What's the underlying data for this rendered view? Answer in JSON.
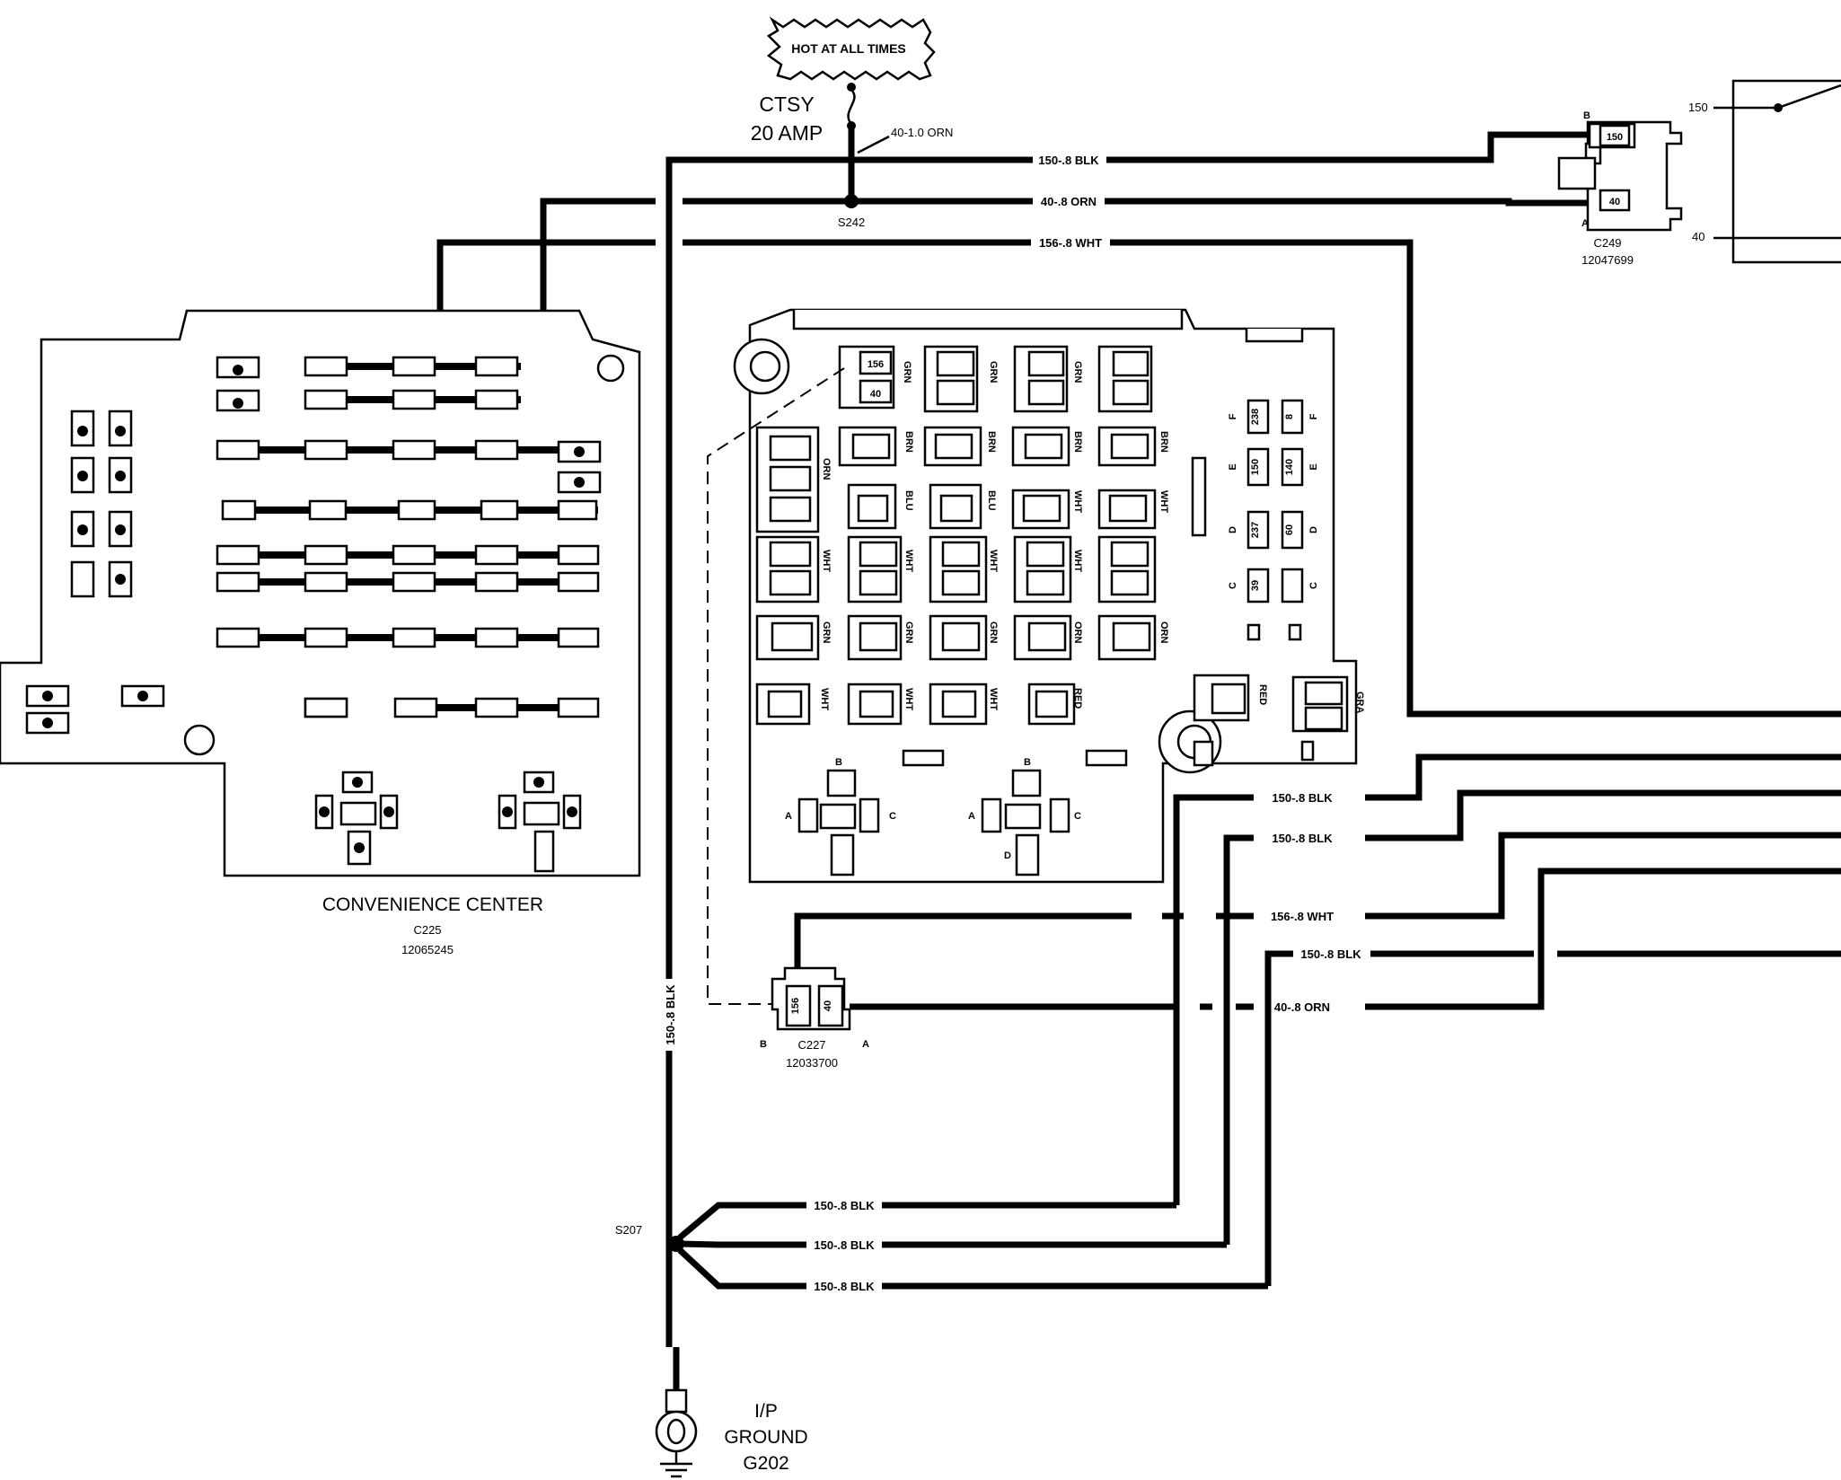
{
  "hot_label": "HOT AT ALL TIMES",
  "fuse": {
    "name": "CTSY",
    "rating": "20 AMP"
  },
  "splices": {
    "top": "S242",
    "ground": "S207"
  },
  "wire_labels": {
    "top_orn_10": "40-1.0 ORN",
    "top_blk": "150-.8 BLK",
    "top_orn": "40-.8 ORN",
    "top_wht": "156-.8 WHT",
    "vertical_blk": "150-.8 BLK",
    "right_blk_1": "150-.8 BLK",
    "right_blk_2": "150-.8 BLK",
    "right_wht": "156-.8 WHT",
    "right_blk_3": "150-.8 BLK",
    "right_orn": "40-.8 ORN",
    "ground_blk_1": "150-.8 BLK",
    "ground_blk_2": "150-.8 BLK",
    "ground_blk_3": "150-.8 BLK"
  },
  "connector_c249": {
    "id": "C249",
    "part": "12047699",
    "pin_b": "B",
    "pin_a": "A",
    "cav_b": "150",
    "cav_a": "40"
  },
  "switch_box": {
    "term_top": "150",
    "term_bottom": "40"
  },
  "convenience_center": {
    "title": "CONVENIENCE CENTER",
    "id": "C225",
    "part": "12065245"
  },
  "connector_c227": {
    "id": "C227",
    "part": "12033700",
    "pin_b": "B",
    "pin_a": "A",
    "cav_b": "156",
    "cav_a": "40"
  },
  "fuse_block": {
    "cav_156": "156",
    "cav_40": "40",
    "relay_fuses": [
      "238",
      "8",
      "150",
      "140",
      "237",
      "60",
      "39"
    ],
    "row_letters": [
      "F",
      "E",
      "D",
      "C"
    ],
    "relay_pins": [
      "A",
      "B",
      "C",
      "D"
    ],
    "wire_colors": [
      "GRN",
      "GRN",
      "GRN",
      "ORN",
      "BRN",
      "BRN",
      "BRN",
      "BRN",
      "BLU",
      "BLU",
      "WHT",
      "WHT",
      "WHT",
      "WHT",
      "WHT",
      "WHT",
      "GRN",
      "GRN",
      "GRN",
      "ORN",
      "ORN",
      "WHT",
      "WHT",
      "WHT",
      "RED",
      "RED",
      "GRA"
    ]
  },
  "ground": {
    "line1": "I/P",
    "line2": "GROUND",
    "line3": "G202"
  }
}
